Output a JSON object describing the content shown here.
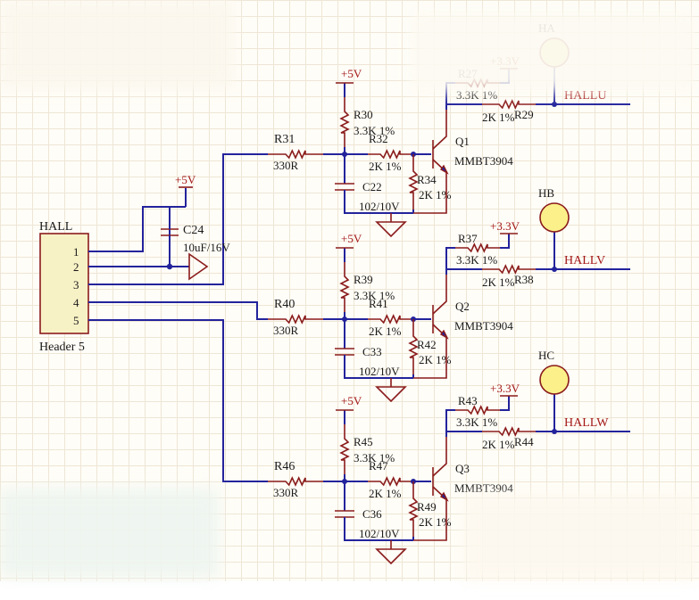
{
  "header": {
    "title": "HALL",
    "pins": [
      "1",
      "2",
      "3",
      "4",
      "5"
    ],
    "part": "Header 5"
  },
  "power": {
    "p5v": "+5V",
    "p33v": "+3.3V"
  },
  "cap_c24": {
    "ref": "C24",
    "value": "10uF/16V"
  },
  "channels": [
    {
      "r_in": {
        "ref": "R31",
        "value": "330R"
      },
      "r_pull": {
        "ref": "R30",
        "value": "3.3K 1%"
      },
      "r_base": {
        "ref": "R32",
        "value": "2K 1%"
      },
      "r_be": {
        "ref": "R34",
        "value": "2K 1%"
      },
      "cap": {
        "ref": "C22",
        "value": "102/10V"
      },
      "r_coll_pull": {
        "ref": "R27",
        "value": "3.3K 1%"
      },
      "r_out": {
        "ref": "R29",
        "value": "2K 1%"
      },
      "transistor": {
        "ref": "Q1",
        "part": "MMBT3904"
      },
      "led": "HA",
      "net": "HALLU"
    },
    {
      "r_in": {
        "ref": "R40",
        "value": "330R"
      },
      "r_pull": {
        "ref": "R39",
        "value": "3.3K 1%"
      },
      "r_base": {
        "ref": "R41",
        "value": "2K 1%"
      },
      "r_be": {
        "ref": "R42",
        "value": "2K 1%"
      },
      "cap": {
        "ref": "C33",
        "value": "102/10V"
      },
      "r_coll_pull": {
        "ref": "R37",
        "value": "3.3K 1%"
      },
      "r_out": {
        "ref": "R38",
        "value": "2K 1%"
      },
      "transistor": {
        "ref": "Q2",
        "part": "MMBT3904"
      },
      "led": "HB",
      "net": "HALLV"
    },
    {
      "r_in": {
        "ref": "R46",
        "value": "330R"
      },
      "r_pull": {
        "ref": "R45",
        "value": "3.3K 1%"
      },
      "r_base": {
        "ref": "R47",
        "value": "2K 1%"
      },
      "r_be": {
        "ref": "R49",
        "value": "2K 1%"
      },
      "cap": {
        "ref": "C36",
        "value": "102/10V"
      },
      "r_coll_pull": {
        "ref": "R43",
        "value": "3.3K 1%"
      },
      "r_out": {
        "ref": "R44",
        "value": "2K 1%"
      },
      "transistor": {
        "ref": "Q3",
        "part": "MMBT3904"
      },
      "led": "HC",
      "net": "HALLW"
    }
  ],
  "colors": {
    "wire": "#23239c",
    "component": "#8a1c1c",
    "label": "#1a1a1a",
    "net_label": "#a31818",
    "led_fill": "#fbf08a",
    "grid": "#eee6d6"
  }
}
